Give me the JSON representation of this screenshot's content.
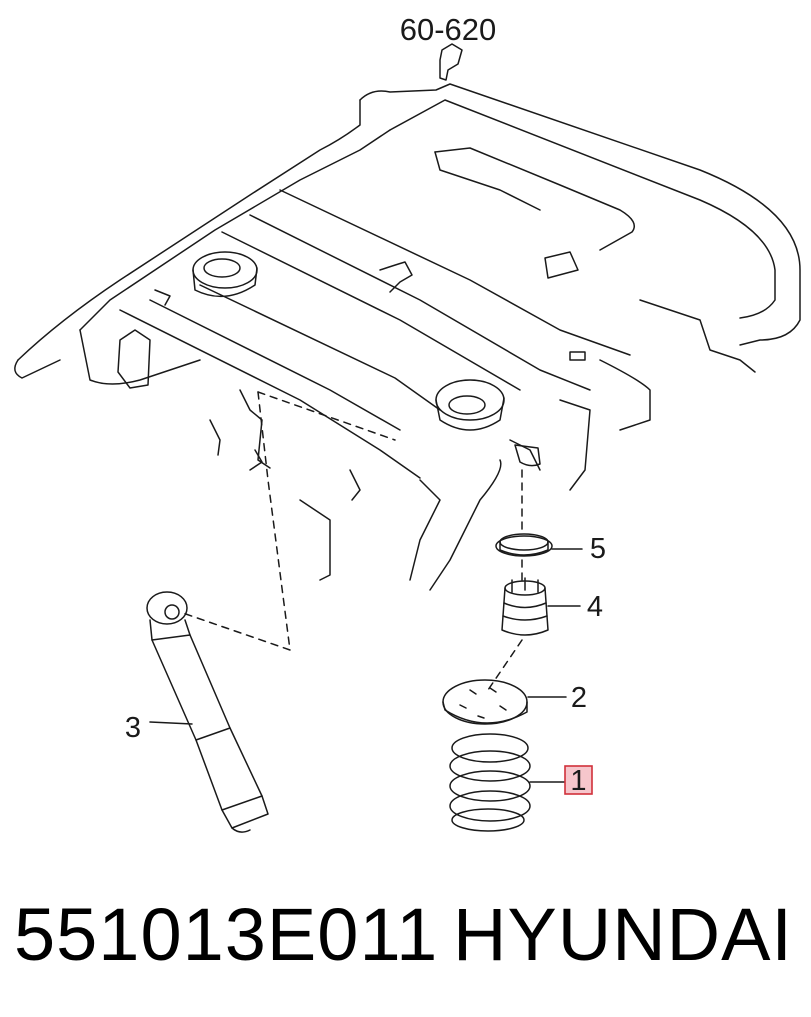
{
  "diagram": {
    "reference_label": "60-620",
    "callouts": [
      {
        "id": "1",
        "label": "1",
        "highlighted": true
      },
      {
        "id": "2",
        "label": "2",
        "highlighted": false
      },
      {
        "id": "3",
        "label": "3",
        "highlighted": false
      },
      {
        "id": "4",
        "label": "4",
        "highlighted": false
      },
      {
        "id": "5",
        "label": "5",
        "highlighted": false
      }
    ],
    "highlight_color": "#f6c6cc",
    "highlight_border": "#d0303a"
  },
  "footer": {
    "part_number": "551013E011",
    "brand": "HYUNDAI"
  }
}
